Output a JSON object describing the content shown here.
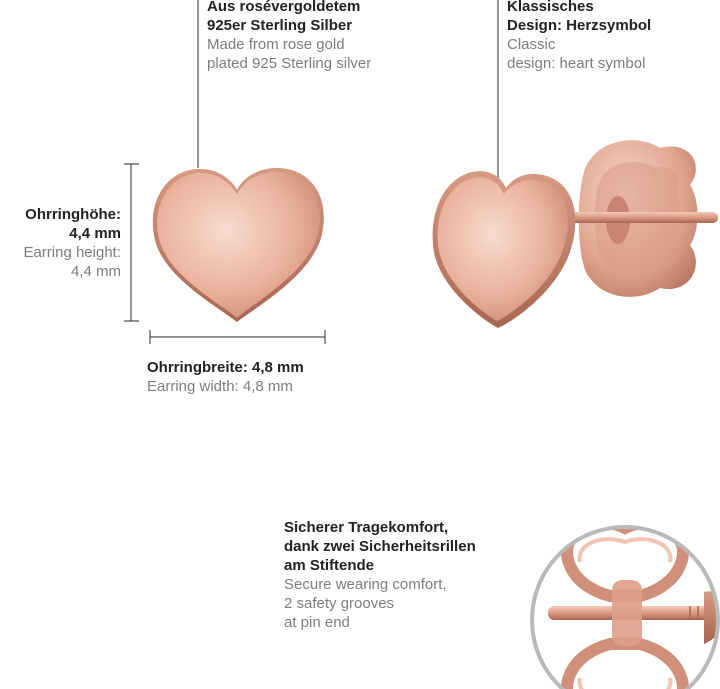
{
  "material": {
    "de_line1": "Aus rosévergoldetem",
    "de_line2": "925er Sterling Silber",
    "en_line1": "Made from rose gold",
    "en_line2": "plated 925 Sterling silver"
  },
  "design": {
    "de_line1": "Klassisches",
    "de_line2": "Design: Herzsymbol",
    "en_line1": "Classic",
    "en_line2": "design: heart symbol"
  },
  "height": {
    "de_line1": "Ohrringhöhe:",
    "de_line2": "4,4 mm",
    "en_line1": "Earring height:",
    "en_line2": "4,4 mm"
  },
  "width": {
    "de_line1": "Ohrringbreite: 4,8 mm",
    "en_line1": "Earring width: 4,8 mm"
  },
  "comfort": {
    "de_line1": "Sicherer Tragekomfort,",
    "de_line2": "dank zwei Sicherheitsrillen",
    "de_line3": "am Stiftende",
    "en_line1": "Secure wearing comfort,",
    "en_line2": "2 safety grooves",
    "en_line3": "at pin end"
  },
  "colors": {
    "rose_gold_light": "#f6d2c4",
    "rose_gold_mid": "#e7ad96",
    "rose_gold_dark": "#b8745c",
    "line": "#2a2a2a"
  }
}
